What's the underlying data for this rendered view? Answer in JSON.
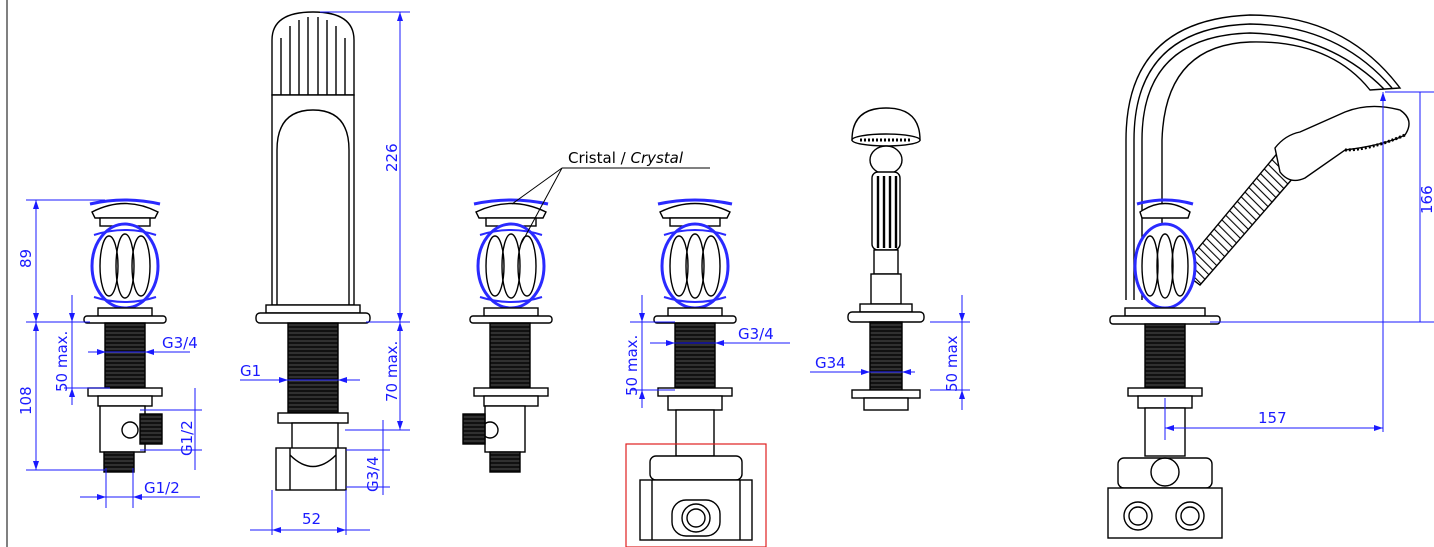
{
  "colors": {
    "outline": "#000000",
    "dimension": "#1a1aff",
    "crystal_highlight": "#2a2aff",
    "frame_box": "#e02020",
    "background": "#ffffff"
  },
  "annotation": {
    "crystal_fr": "Cristal / ",
    "crystal_en": "Crystal"
  },
  "dimensions": {
    "knob_height": "89",
    "body_height": "108",
    "mount_max_left": "50 max.",
    "thread_left": "G3/4",
    "outlet_side": "G1/2",
    "outlet_bottom": "G1/2",
    "spout_height": "226",
    "spout_mount_max": "70 max.",
    "spout_thread": "G1",
    "spout_outlet": "G3/4",
    "spout_width": "52",
    "mount_max_center": "50 max.",
    "thread_center": "G3/4",
    "shower_thread": "G34",
    "shower_mount_max": "50 max",
    "reach": "157",
    "overall_height": "166"
  }
}
